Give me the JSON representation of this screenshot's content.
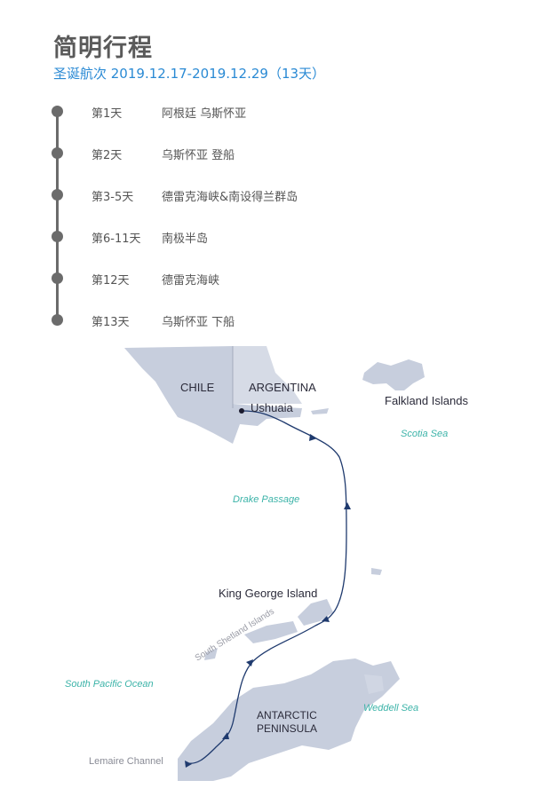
{
  "header": {
    "title": "简明行程",
    "subtitle": "圣诞航次 2019.12.17-2019.12.29（13天）"
  },
  "itinerary": [
    {
      "day": "第1天",
      "place": "阿根廷 乌斯怀亚"
    },
    {
      "day": "第2天",
      "place": "乌斯怀亚 登船"
    },
    {
      "day": "第3-5天",
      "place": "德雷克海峡&南设得兰群岛"
    },
    {
      "day": "第6-11天",
      "place": "南极半岛"
    },
    {
      "day": "第12天",
      "place": "德雷克海峡"
    },
    {
      "day": "第13天",
      "place": "乌斯怀亚 下船"
    }
  ],
  "map": {
    "countries": [
      "CHILE",
      "ARGENTINA"
    ],
    "ports": [
      "Ushuaia"
    ],
    "places": [
      "Falkland Islands",
      "King George Island",
      "ANTARCTIC",
      "PENINSULA"
    ],
    "seas": [
      "Scotia Sea",
      "Drake Passage",
      "South Pacific Ocean",
      "Weddell Sea"
    ],
    "minor": [
      "South Shetland Islands",
      "Lemaire Channel"
    ],
    "colors": {
      "land": "#c7cedd",
      "route": "#1f3a6e",
      "sea_label": "#3bb3a8",
      "label": "#2b2b3a"
    }
  }
}
